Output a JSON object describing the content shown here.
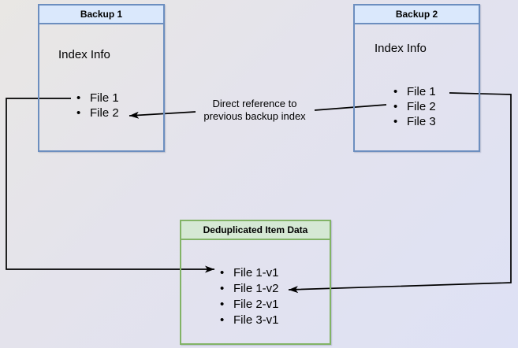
{
  "diagram": {
    "backup1": {
      "title": "Backup 1",
      "section_label": "Index Info",
      "items": [
        "File 1",
        "File 2"
      ]
    },
    "backup2": {
      "title": "Backup 2",
      "section_label": "Index Info",
      "items": [
        "File 1",
        "File 2",
        "File 3"
      ]
    },
    "dedup_store": {
      "title": "Deduplicated Item Data",
      "items": [
        "File 1-v1",
        "File 1-v2",
        "File 2-v1",
        "File 3-v1"
      ]
    },
    "annotation": {
      "line1": "Direct reference to",
      "line2": "previous backup index"
    }
  },
  "colors": {
    "backup_box_fill": "#dae8fc",
    "backup_box_border": "#6c8ebf",
    "dedup_box_fill": "#d5e8d4",
    "dedup_box_border": "#82b366",
    "connector": "#000000"
  }
}
